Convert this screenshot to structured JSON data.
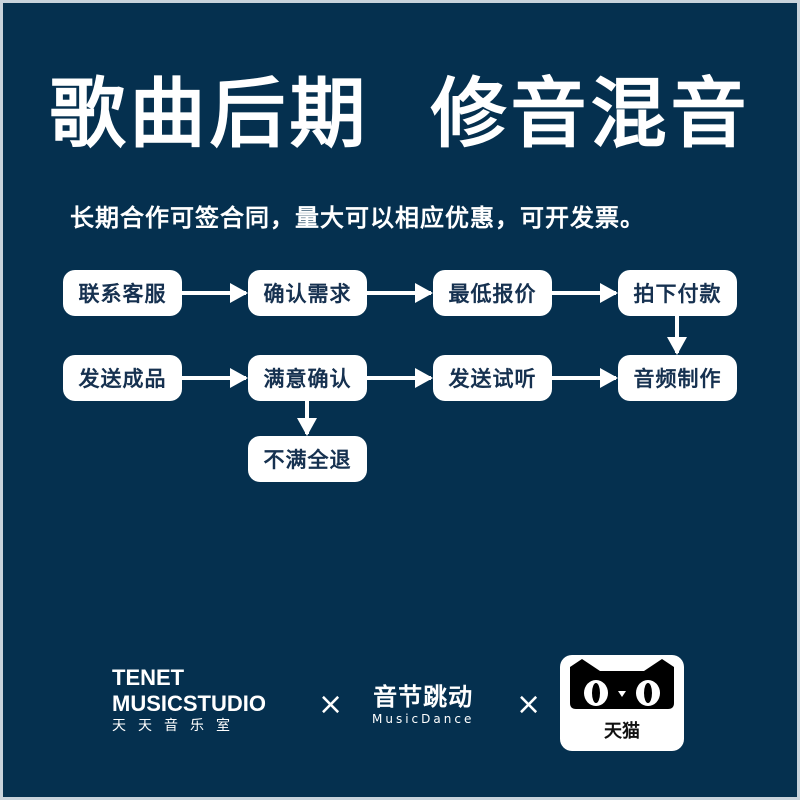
{
  "title": "歌曲后期  修音混音",
  "subtitle": "长期合作可签合同，量大可以相应优惠，可开发票。",
  "flow": {
    "row1": [
      "联系客服",
      "确认需求",
      "最低报价",
      "拍下付款"
    ],
    "row2": [
      "发送成品",
      "满意确认",
      "发送试听",
      "音频制作"
    ],
    "branch": "不满全退"
  },
  "logos": {
    "studio": {
      "line1": "TENET",
      "line2": "MUSICSTUDIO",
      "line3": "天天音乐室"
    },
    "separator": "×",
    "musicdance": {
      "cn": "音节跳动",
      "en": "MusicDance"
    },
    "tmall": {
      "name": "天猫"
    }
  },
  "colors": {
    "background": "#05304f",
    "box": "#ffffff",
    "box_text": "#163150"
  }
}
